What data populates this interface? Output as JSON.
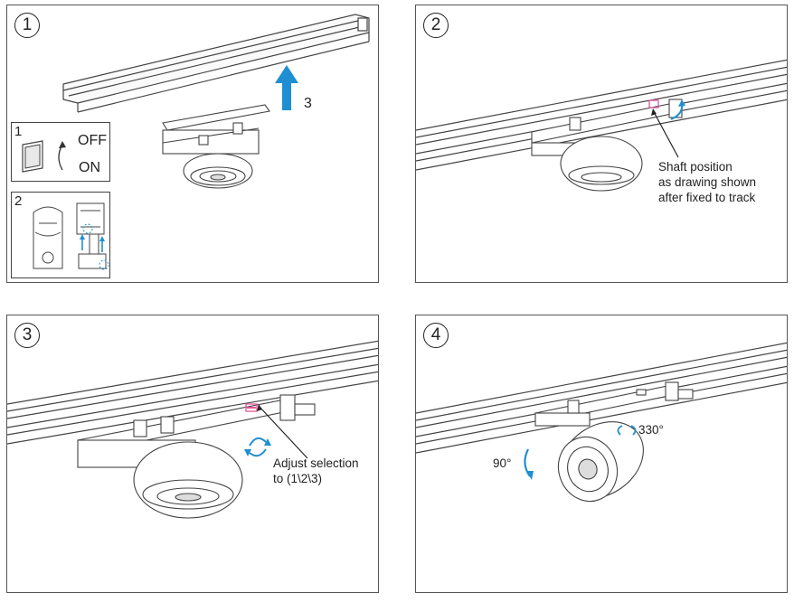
{
  "steps": [
    {
      "number": "1",
      "arrow_label": "3",
      "inset1": {
        "number": "1",
        "off_label": "OFF",
        "on_label": "ON"
      },
      "inset2": {
        "number": "2"
      }
    },
    {
      "number": "2",
      "note_lines": [
        "Shaft position",
        "as drawing shown",
        "after fixed to track"
      ]
    },
    {
      "number": "3",
      "note_lines": [
        "Adjust selection",
        "to (1\\2\\3)"
      ]
    },
    {
      "number": "4",
      "rotation_horizontal": "330°",
      "rotation_vertical": "90°"
    }
  ],
  "colors": {
    "accent": "#1f8fd1",
    "line": "#444444",
    "highlight": "#e0569a"
  }
}
